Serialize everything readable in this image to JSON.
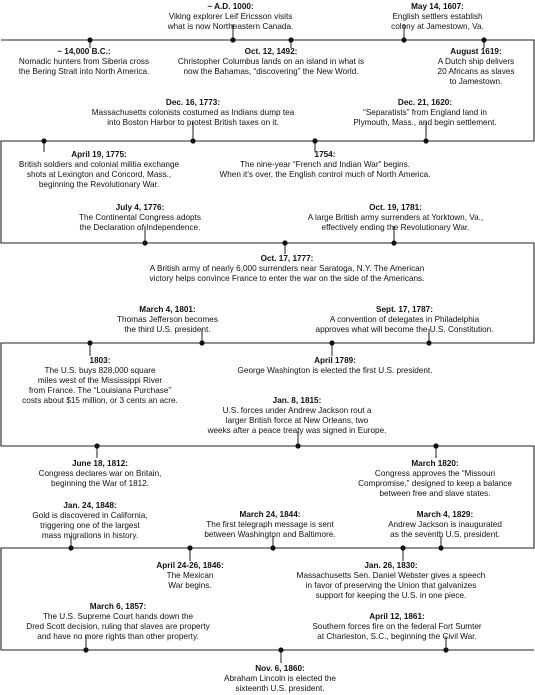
{
  "events": [
    {
      "id": "e-1000",
      "date": "~ A.D. 1000:",
      "text": "Viking explorer Leif Ericsson visits\nwhat is now Northeastern Canada."
    },
    {
      "id": "e-1607",
      "date": "May 14, 1607:",
      "text": "English settlers establish\ncolony at Jamestown, Va."
    },
    {
      "id": "e-14000bc",
      "date": "~ 14,000 B.C.:",
      "text": "Nomadic hunters from Siberia cross\nthe Bering Strait into North America."
    },
    {
      "id": "e-1492",
      "date": "Oct. 12, 1492:",
      "text": "Christopher Columbus lands on an island in what is\nnow the Bahamas, “discovering” the New World."
    },
    {
      "id": "e-1619",
      "date": "August 1619:",
      "text": "A Dutch ship delivers\n20 Africans as slaves\nto Jamestown."
    },
    {
      "id": "e-1773",
      "date": "Dec. 16, 1773:",
      "text": "Massachusetts colonists costumed as Indians dump tea\ninto Boston Harbor to protest British taxes on it."
    },
    {
      "id": "e-1620",
      "date": "Dec. 21, 1620:",
      "text": "“Separatists” from England land in\nPlymouth, Mass., and begin settlement."
    },
    {
      "id": "e-1775",
      "date": "April 19, 1775:",
      "text": "British soldiers and colonial militia exchange\nshots at Lexington and Concord, Mass.,\nbeginning the Revolutionary War."
    },
    {
      "id": "e-1754",
      "date": "1754:",
      "text": "The nine-year “French and Indian War” begins.\nWhen it’s over, the English control much of North America."
    },
    {
      "id": "e-1776",
      "date": "July 4, 1776:",
      "text": "The Continental Congress adopts\nthe Declaration of Independence."
    },
    {
      "id": "e-1781",
      "date": "Oct. 19, 1781:",
      "text": "A large British army surrenders at Yorktown, Va.,\neffectively ending the Revolutionary War."
    },
    {
      "id": "e-1777",
      "date": "Oct. 17, 1777:",
      "text": "A British army of nearly 6,000 surrenders near Saratoga, N.Y. The American\nvictory helps convince France to enter the war on the side of the Americans."
    },
    {
      "id": "e-1801",
      "date": "March 4, 1801:",
      "text": "Thomas Jefferson becomes\nthe third U.S. president."
    },
    {
      "id": "e-1787",
      "date": "Sept. 17, 1787:",
      "text": "A convention of delegates in Philadelphia\napproves what will become the U.S. Constitution."
    },
    {
      "id": "e-1803",
      "date": "1803:",
      "text": "The U.S. buys 828,000 square\nmiles west of the Mississippi River\nfrom France. The “Louisiana Purchase”\ncosts about $15 million, or 3 cents an acre."
    },
    {
      "id": "e-1789",
      "date": "April 1789:",
      "text": "George Washington is elected the first U.S. president."
    },
    {
      "id": "e-1815",
      "date": "Jan. 8, 1815:",
      "text": "U.S. forces under Andrew Jackson rout a\nlarger British force at New Orleans, two\nweeks after a peace treaty was signed in Europe."
    },
    {
      "id": "e-1812",
      "date": "June 18, 1812:",
      "text": "Congress declares war on Britain,\nbeginning the War of 1812."
    },
    {
      "id": "e-1820",
      "date": "March 1820:",
      "text": "Congress approves the “Missouri\nCompromise,” designed to keep a balance\nbetween free and slave states."
    },
    {
      "id": "e-1848",
      "date": "Jan. 24, 1848:",
      "text": "Gold is discovered in California,\ntriggering one of the largest\nmass migrations in history."
    },
    {
      "id": "e-1844",
      "date": "March 24, 1844:",
      "text": "The first telegraph message is sent\nbetween Washington and Baltimore."
    },
    {
      "id": "e-1829",
      "date": "March 4, 1829:",
      "text": "Andrew Jackson is inaugurated\nas the seventh U.S. president."
    },
    {
      "id": "e-1846",
      "date": "April 24-26, 1846:",
      "text": "The Mexican\nWar begins."
    },
    {
      "id": "e-1830",
      "date": "Jan. 26, 1830:",
      "text": "Massachusetts Sen. Daniel Webster gives a speech\nin favor of preserving the Union that galvanizes\nsupport for keeping the U.S. in one piece."
    },
    {
      "id": "e-1857",
      "date": "March 6, 1857:",
      "text": "The U.S. Supreme Court hands down the\nDred Scott decision, ruling that slaves are property\nand have no more rights than other property."
    },
    {
      "id": "e-1861",
      "date": "April 12, 1861:",
      "text": "Southern forces fire on the federal Fort Sumter\nat Charleston, S.C., beginning the Civil War."
    },
    {
      "id": "e-1860",
      "date": "Nov. 6, 1860:",
      "text": "Abraham Lincoln is elected the\nsixteenth U.S. president."
    }
  ]
}
